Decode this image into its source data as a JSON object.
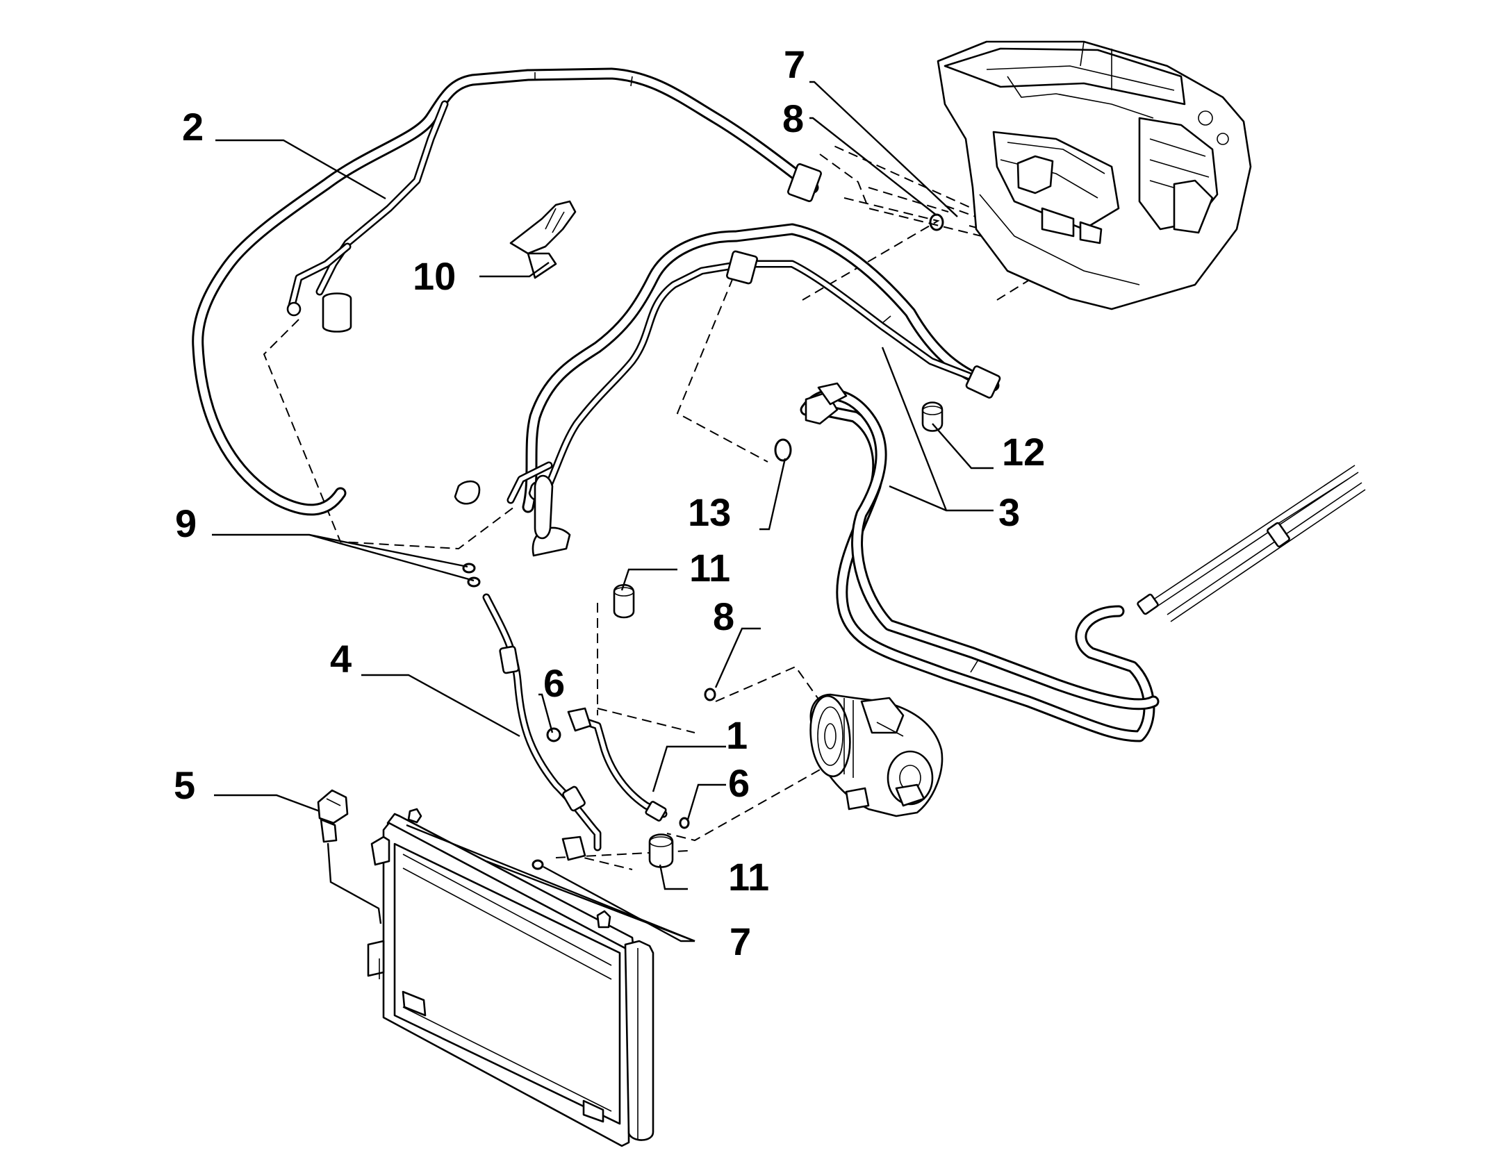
{
  "callouts": [
    {
      "id": "c1",
      "label": "1"
    },
    {
      "id": "c2",
      "label": "2"
    },
    {
      "id": "c3",
      "label": "3"
    },
    {
      "id": "c4",
      "label": "4"
    },
    {
      "id": "c5",
      "label": "5"
    },
    {
      "id": "c6a",
      "label": "6"
    },
    {
      "id": "c6b",
      "label": "6"
    },
    {
      "id": "c7a",
      "label": "7"
    },
    {
      "id": "c7b",
      "label": "7"
    },
    {
      "id": "c8a",
      "label": "8"
    },
    {
      "id": "c8b",
      "label": "8"
    },
    {
      "id": "c9",
      "label": "9"
    },
    {
      "id": "c10",
      "label": "10"
    },
    {
      "id": "c11a",
      "label": "11"
    },
    {
      "id": "c11b",
      "label": "11"
    },
    {
      "id": "c12",
      "label": "12"
    },
    {
      "id": "c13",
      "label": "13"
    }
  ]
}
